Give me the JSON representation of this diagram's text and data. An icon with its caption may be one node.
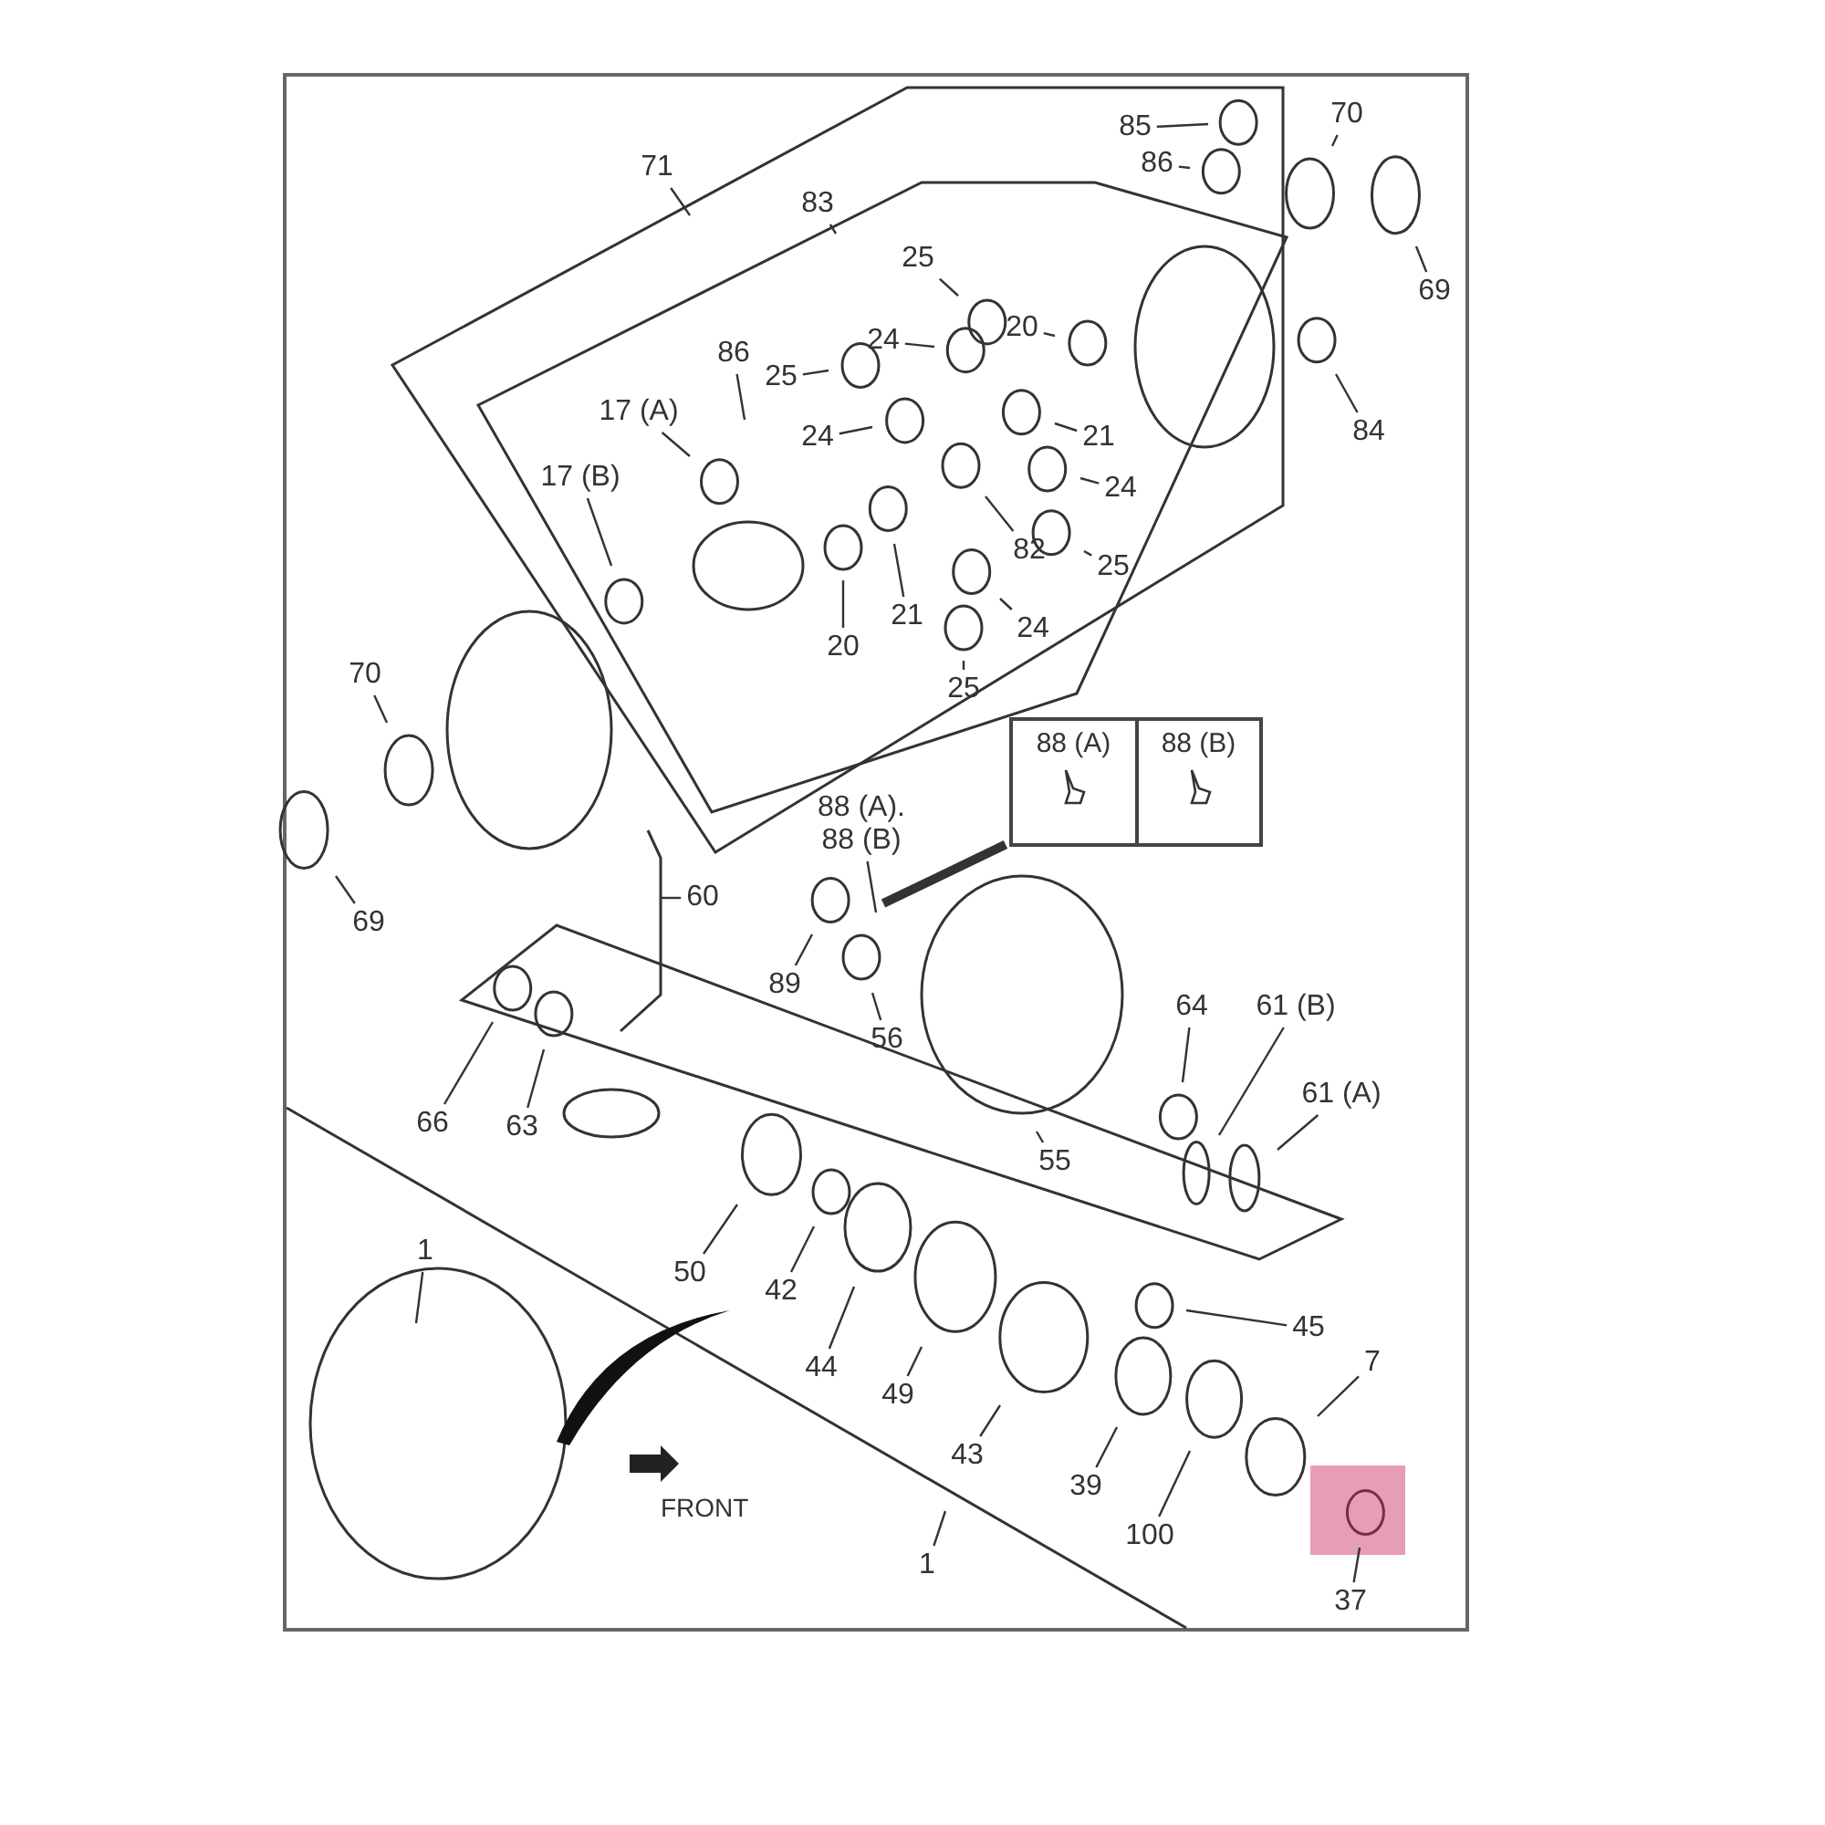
{
  "diagram": {
    "nodes": [
      {
        "text": [
          "71"
        ]
      },
      {
        "text": [
          "83"
        ]
      },
      {
        "text": [
          "85"
        ]
      },
      {
        "text": [
          "86"
        ]
      },
      {
        "text": [
          "70"
        ]
      },
      {
        "text": [
          "69"
        ]
      },
      {
        "text": [
          "25"
        ]
      },
      {
        "text": [
          "24"
        ]
      },
      {
        "text": [
          "20"
        ]
      },
      {
        "text": [
          "86"
        ]
      },
      {
        "text": [
          "17 (A)"
        ]
      },
      {
        "text": [
          "25"
        ]
      },
      {
        "text": [
          "21"
        ]
      },
      {
        "text": [
          "24"
        ]
      },
      {
        "text": [
          "84"
        ]
      },
      {
        "text": [
          "17 (B)"
        ]
      },
      {
        "text": [
          "24"
        ]
      },
      {
        "text": [
          "82"
        ]
      },
      {
        "text": [
          "25"
        ]
      },
      {
        "text": [
          "20"
        ]
      },
      {
        "text": [
          "21"
        ]
      },
      {
        "text": [
          "24"
        ]
      },
      {
        "text": [
          "25"
        ]
      },
      {
        "text": [
          "88 (A)",
          "88 (B)"
        ]
      },
      {
        "text": [
          "70"
        ]
      },
      {
        "text": [
          "88 (A). 88 (B)"
        ]
      },
      {
        "text": [
          "69"
        ]
      },
      {
        "text": [
          "60"
        ]
      },
      {
        "text": [
          "64"
        ]
      },
      {
        "text": [
          "61 (B)"
        ]
      },
      {
        "text": [
          "89"
        ]
      },
      {
        "text": [
          "56"
        ]
      },
      {
        "text": [
          "61 (A)"
        ]
      },
      {
        "text": [
          "66"
        ]
      },
      {
        "text": [
          "63"
        ]
      },
      {
        "text": [
          "55"
        ]
      },
      {
        "text": [
          "1"
        ]
      },
      {
        "text": [
          "50"
        ]
      },
      {
        "text": [
          "42"
        ]
      },
      {
        "text": [
          "45"
        ]
      },
      {
        "text": [
          "7"
        ]
      },
      {
        "text": [
          "44"
        ]
      },
      {
        "text": [
          "49"
        ]
      },
      {
        "text": [
          "43"
        ]
      },
      {
        "text": [
          "39"
        ]
      },
      {
        "text": [
          "100"
        ]
      },
      {
        "text": [
          "1"
        ]
      },
      {
        "text": [
          "37"
        ]
      }
    ],
    "edges": [
      {
        "from": 0,
        "to": null,
        "arrow": "none"
      },
      {
        "from": 1,
        "to": null,
        "arrow": "none"
      },
      {
        "from": 2,
        "to": null,
        "arrow": "none"
      },
      {
        "from": 3,
        "to": null,
        "arrow": "none"
      },
      {
        "from": 4,
        "to": null,
        "arrow": "none"
      },
      {
        "from": 5,
        "to": null,
        "arrow": "none"
      },
      {
        "from": 6,
        "to": null,
        "arrow": "none"
      },
      {
        "from": 7,
        "to": null,
        "arrow": "none"
      },
      {
        "from": 8,
        "to": null,
        "arrow": "none"
      },
      {
        "from": 9,
        "to": null,
        "arrow": "none"
      },
      {
        "from": 10,
        "to": null,
        "arrow": "none"
      },
      {
        "from": 11,
        "to": null,
        "arrow": "none"
      },
      {
        "from": 12,
        "to": null,
        "arrow": "none"
      },
      {
        "from": 13,
        "to": null,
        "arrow": "none"
      },
      {
        "from": 14,
        "to": null,
        "arrow": "none"
      },
      {
        "from": 15,
        "to": null,
        "arrow": "none"
      },
      {
        "from": 16,
        "to": null,
        "arrow": "none"
      },
      {
        "from": 17,
        "to": null,
        "arrow": "none"
      },
      {
        "from": 18,
        "to": null,
        "arrow": "none"
      },
      {
        "from": 19,
        "to": null,
        "arrow": "none"
      },
      {
        "from": 20,
        "to": null,
        "arrow": "none"
      },
      {
        "from": 21,
        "to": null,
        "arrow": "none"
      },
      {
        "from": 22,
        "to": null,
        "arrow": "none"
      },
      {
        "from": 23,
        "to": null,
        "arrow": "none",
        "style": "thick"
      },
      {
        "from": 24,
        "to": null,
        "arrow": "none"
      },
      {
        "from": 25,
        "to": null,
        "arrow": "none"
      },
      {
        "from": 26,
        "to": null,
        "arrow": "none"
      },
      {
        "from": 27,
        "to": null,
        "arrow": "none"
      },
      {
        "from": 28,
        "to": null,
        "arrow": "none"
      },
      {
        "from": 29,
        "to": null,
        "arrow": "none"
      },
      {
        "from": 30,
        "to": null,
        "arrow": "none"
      },
      {
        "from": 31,
        "to": null,
        "arrow": "none"
      },
      {
        "from": 32,
        "to": null,
        "arrow": "none"
      },
      {
        "from": 33,
        "to": null,
        "arrow": "none"
      },
      {
        "from": 34,
        "to": null,
        "arrow": "none"
      },
      {
        "from": 35,
        "to": null,
        "arrow": "none"
      },
      {
        "from": 36,
        "to": null,
        "arrow": "none"
      },
      {
        "from": 37,
        "to": null,
        "arrow": "none"
      },
      {
        "from": 38,
        "to": null,
        "arrow": "none"
      },
      {
        "from": 39,
        "to": null,
        "arrow": "none"
      },
      {
        "from": 40,
        "to": null,
        "arrow": "none"
      },
      {
        "from": 41,
        "to": null,
        "arrow": "none"
      },
      {
        "from": 42,
        "to": null,
        "arrow": "none"
      },
      {
        "from": 43,
        "to": null,
        "arrow": "none"
      },
      {
        "from": 44,
        "to": null,
        "arrow": "none"
      },
      {
        "from": 45,
        "to": null,
        "arrow": "none"
      },
      {
        "from": 46,
        "to": null,
        "arrow": "none"
      },
      {
        "from": 47,
        "to": null,
        "arrow": "none"
      }
    ],
    "labels": [
      "FRONT"
    ]
  }
}
